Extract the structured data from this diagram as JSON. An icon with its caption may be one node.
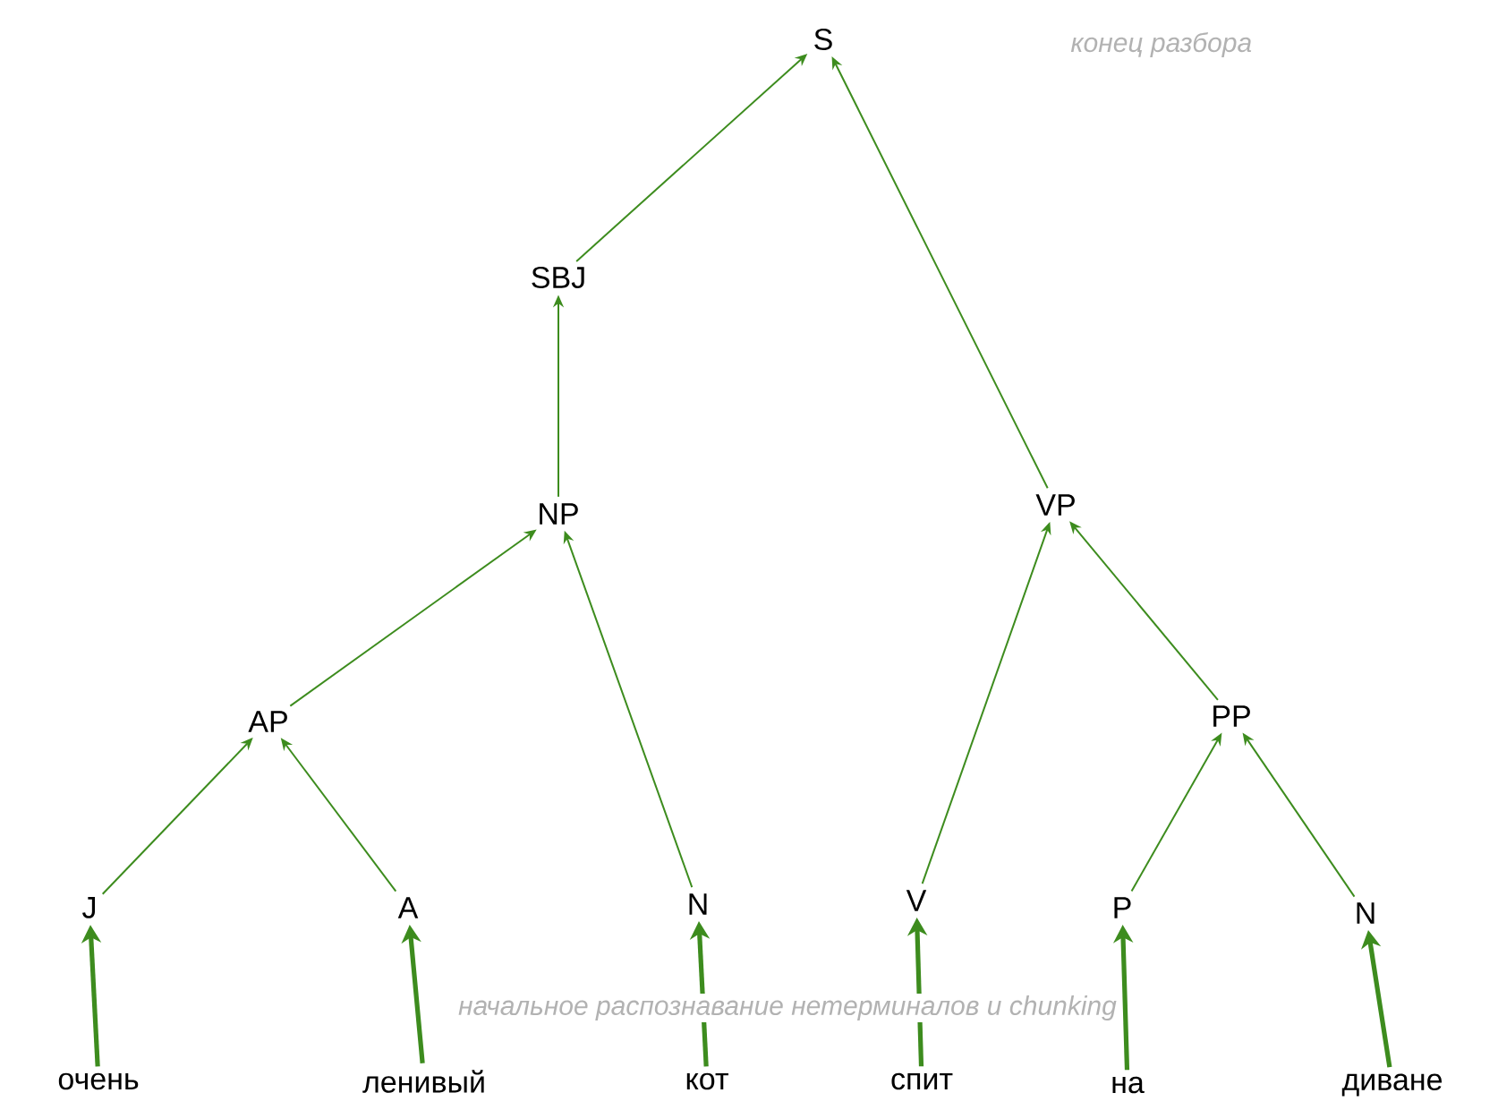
{
  "diagram": {
    "nodes": [
      {
        "text": [
          "S"
        ]
      },
      {
        "text": [
          "SBJ"
        ]
      },
      {
        "text": [
          "NP"
        ]
      },
      {
        "text": [
          "VP"
        ]
      },
      {
        "text": [
          "AP"
        ]
      },
      {
        "text": [
          "PP"
        ]
      },
      {
        "text": [
          "J"
        ]
      },
      {
        "text": [
          "A"
        ]
      },
      {
        "text": [
          "N"
        ]
      },
      {
        "text": [
          "V"
        ]
      },
      {
        "text": [
          "P"
        ]
      },
      {
        "text": [
          "N"
        ]
      },
      {
        "text": [
          "очень"
        ]
      },
      {
        "text": [
          "ленивый"
        ]
      },
      {
        "text": [
          "кот"
        ]
      },
      {
        "text": [
          "спит"
        ]
      },
      {
        "text": [
          "на"
        ]
      },
      {
        "text": [
          "диване"
        ]
      }
    ],
    "edges": [
      {
        "from": 1,
        "to": 0,
        "arrow": "to"
      },
      {
        "from": 3,
        "to": 0,
        "arrow": "to"
      },
      {
        "from": 2,
        "to": 1,
        "arrow": "to"
      },
      {
        "from": 4,
        "to": 2,
        "arrow": "to"
      },
      {
        "from": 8,
        "to": 2,
        "arrow": "to"
      },
      {
        "from": 9,
        "to": 3,
        "arrow": "to"
      },
      {
        "from": 5,
        "to": 3,
        "arrow": "to"
      },
      {
        "from": 6,
        "to": 4,
        "arrow": "to"
      },
      {
        "from": 7,
        "to": 4,
        "arrow": "to"
      },
      {
        "from": 10,
        "to": 5,
        "arrow": "to"
      },
      {
        "from": 11,
        "to": 5,
        "arrow": "to"
      },
      {
        "from": 12,
        "to": 6,
        "arrow": "to",
        "style": "thick"
      },
      {
        "from": 13,
        "to": 7,
        "arrow": "to",
        "style": "thick"
      },
      {
        "from": 14,
        "to": 8,
        "arrow": "to",
        "style": "thick"
      },
      {
        "from": 15,
        "to": 9,
        "arrow": "to",
        "style": "thick"
      },
      {
        "from": 16,
        "to": 10,
        "arrow": "to",
        "style": "thick"
      },
      {
        "from": 17,
        "to": 11,
        "arrow": "to",
        "style": "thick"
      }
    ],
    "labels": [
      "конец разбора",
      "начальное распознавание нетерминалов и chunking"
    ]
  }
}
